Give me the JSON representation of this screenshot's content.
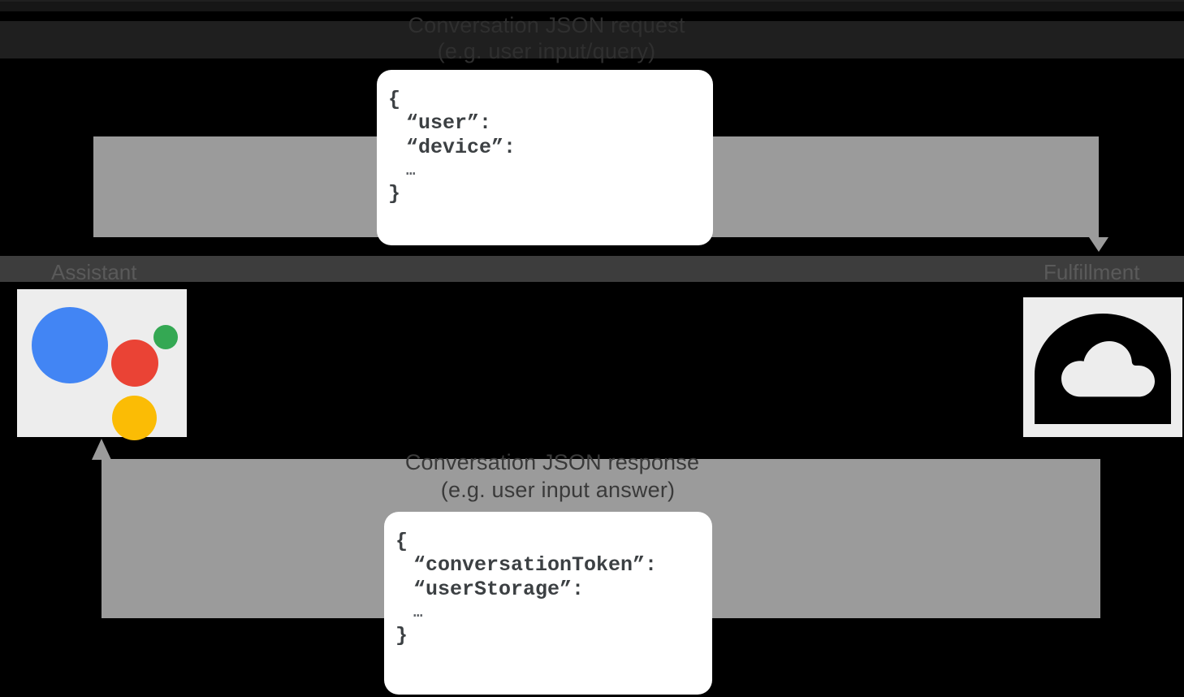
{
  "diagram": {
    "title_top_line1": "Conversation JSON request",
    "title_top_line2": "(e.g. user input/query)",
    "title_bottom_line1": "Conversation JSON response",
    "title_bottom_line2": "(e.g. user input answer)",
    "nodes": [
      {
        "id": "assistant",
        "label": "Assistant",
        "icon": "google-assistant-icon"
      },
      {
        "id": "fulfillment",
        "label": "Fulfillment",
        "icon": "cloud-icon"
      }
    ],
    "flows": [
      {
        "id": "request",
        "direction": "assistant-to-fulfillment"
      },
      {
        "id": "response",
        "direction": "fulfillment-to-assistant"
      }
    ],
    "request_json": {
      "lines": [
        "{",
        "“user”:",
        "“device”:",
        "…",
        "}"
      ]
    },
    "response_json": {
      "lines": [
        "{",
        "“conversationToken”:",
        "“userStorage”:",
        "…",
        "}"
      ]
    },
    "colors": {
      "background": "#000000",
      "arrow": "#9b9b9b",
      "card": "#ffffff",
      "tile": "#ededed",
      "assistant_blue": "#4285F4",
      "assistant_red": "#EA4335",
      "assistant_yellow": "#FBBC05",
      "assistant_green": "#34A853",
      "cloud": "#000000",
      "caption_text": "#2f2f2f",
      "code_text": "#3c4043"
    }
  }
}
